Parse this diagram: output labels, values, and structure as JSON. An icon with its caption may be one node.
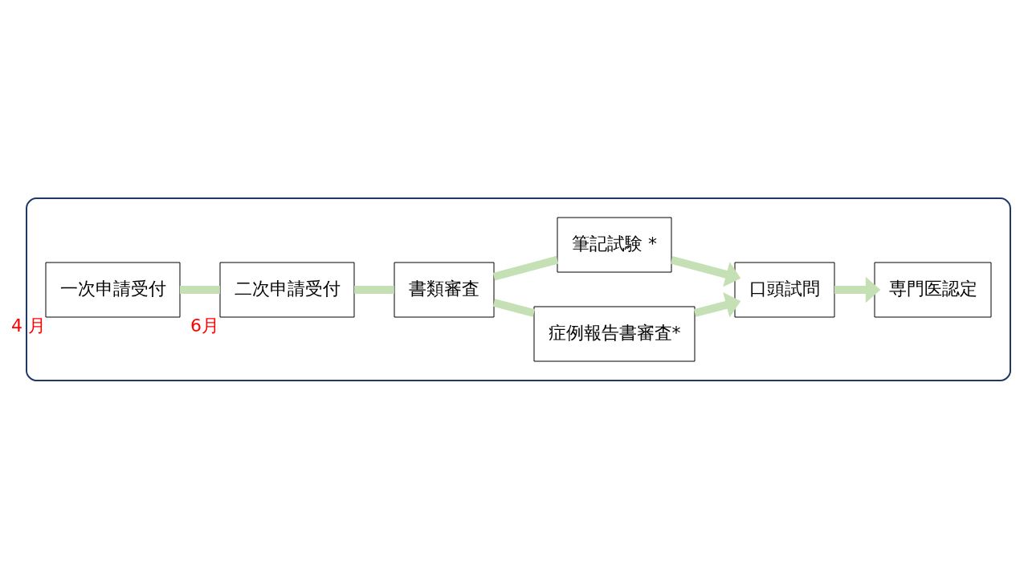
{
  "diagram": {
    "nodes": [
      {
        "text": [],
        "shape": "box"
      },
      {
        "text": [
          "一次申請受付"
        ],
        "in": 0,
        "beside": [
          "4 月"
        ]
      },
      {
        "text": [
          "二次申請受付"
        ],
        "in": 0,
        "beside": [
          "6月"
        ]
      },
      {
        "text": [
          "書類審査"
        ],
        "in": 0
      },
      {
        "text": [
          "症例報告書審査*"
        ],
        "in": 0
      },
      {
        "text": [
          "筆記試験 *"
        ],
        "in": 0
      },
      {
        "text": [
          "口頭試問"
        ],
        "in": 0
      },
      {
        "text": [
          "専門医認定"
        ],
        "in": 0
      }
    ],
    "edges": [
      {
        "from": 1,
        "to": 2,
        "arrow": "none"
      },
      {
        "from": 2,
        "to": 3,
        "arrow": "none"
      },
      {
        "from": 3,
        "to": 4,
        "arrow": "none"
      },
      {
        "from": 3,
        "to": 5,
        "arrow": "none"
      },
      {
        "from": 4,
        "to": 6,
        "arrow": "to"
      },
      {
        "from": 5,
        "to": 6,
        "arrow": "to"
      },
      {
        "from": 6,
        "to": 7,
        "arrow": "to"
      }
    ]
  }
}
